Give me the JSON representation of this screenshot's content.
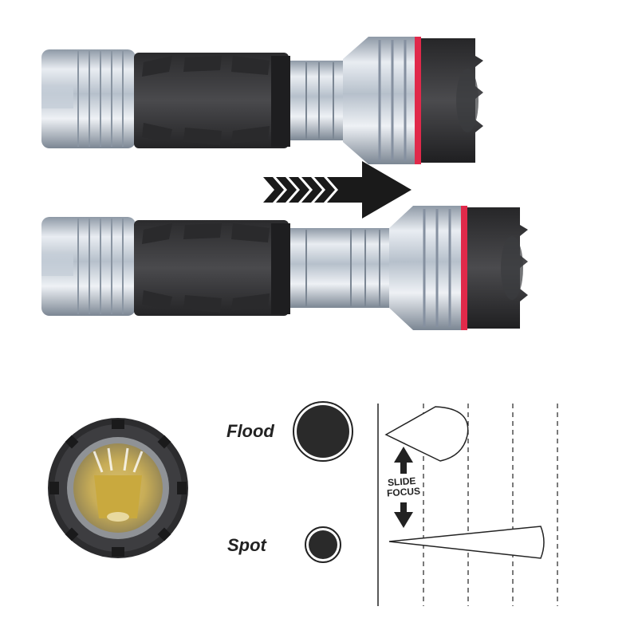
{
  "labels": {
    "flood": "Flood",
    "spot": "Spot",
    "slide": "SLIDE",
    "focus": "FOCUS"
  },
  "colors": {
    "metal_light": "#dfe4ea",
    "metal_dark": "#7c8794",
    "grip": "#3a3a3c",
    "bezel": "#2e2e30",
    "accent_red": "#e0294a",
    "lens_yellow": "#d8b84a",
    "ink": "#222222"
  },
  "icons": [
    "flashlight-extended-icon",
    "flashlight-retracted-icon",
    "slide-arrow-icon",
    "lens-front-icon",
    "flood-dot-icon",
    "spot-dot-icon",
    "double-arrow-icon"
  ]
}
